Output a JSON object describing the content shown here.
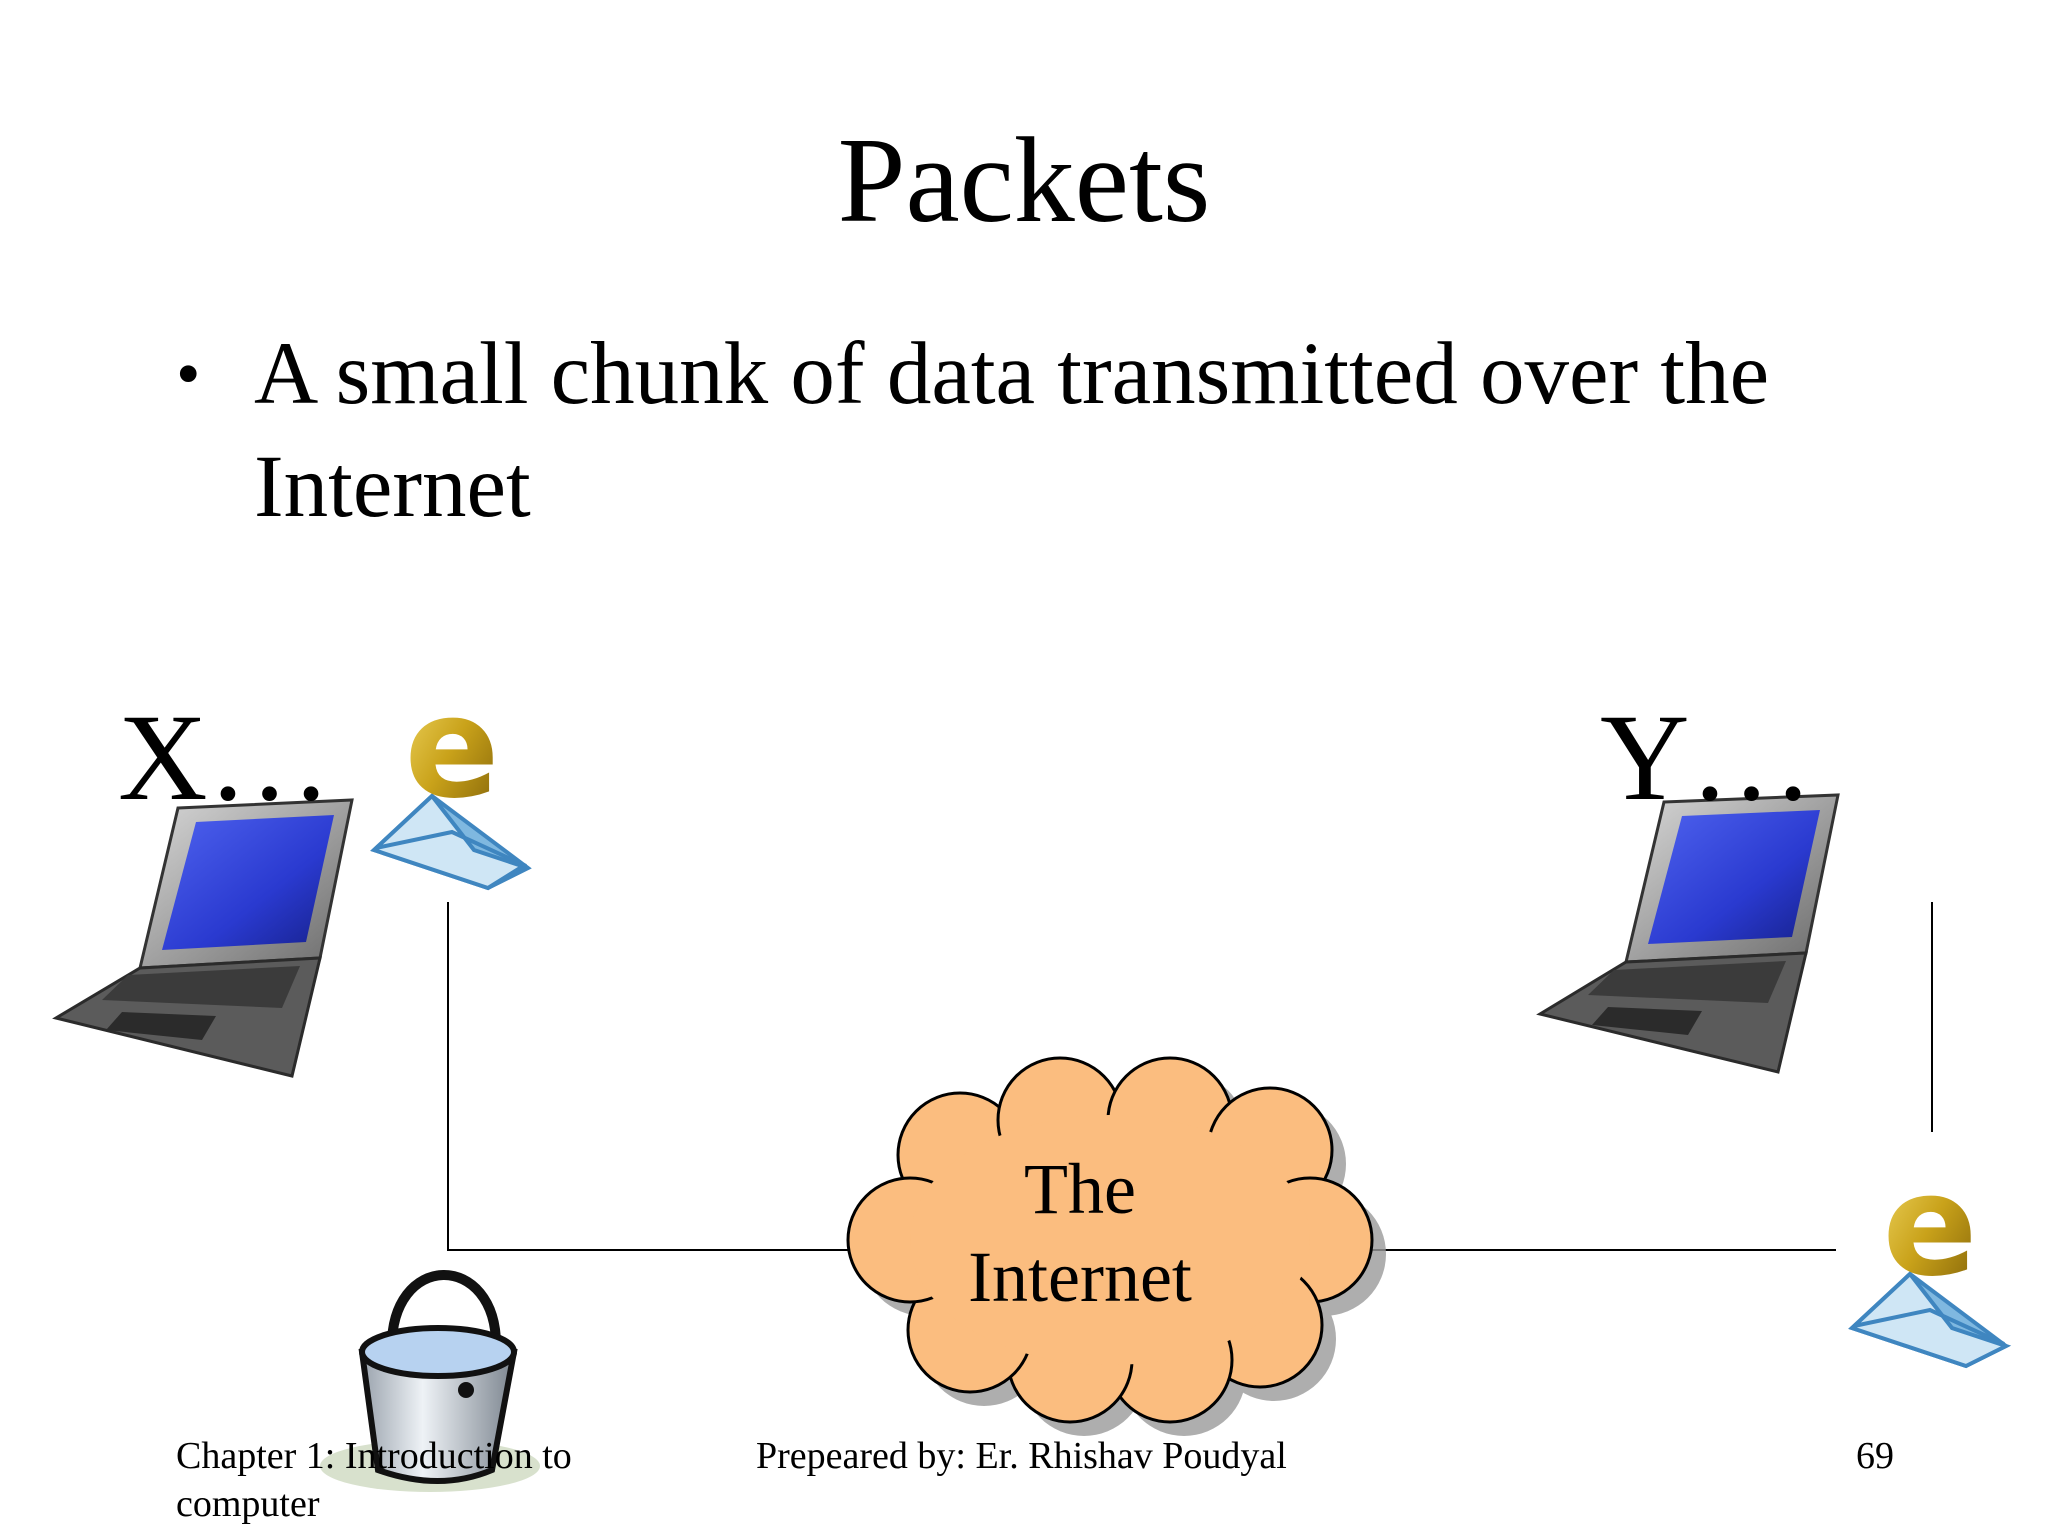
{
  "slide": {
    "title": "Packets",
    "bullets": [
      {
        "text": "A small chunk of data transmitted over the Internet"
      }
    ]
  },
  "diagram": {
    "host_x_label": "X…",
    "host_y_label": "Y…",
    "cloud_line1": "The",
    "cloud_line2": "Internet",
    "colors": {
      "cloud_fill": "#fbbd7f",
      "screen": "#2a3ad0",
      "envelope": "#cfe6f5",
      "email_e": "#c9a21a"
    }
  },
  "footer": {
    "chapter": "Chapter 1: Introduction to computer",
    "author": "Prepeared by: Er. Rhishav Poudyal",
    "page_number": "69"
  }
}
